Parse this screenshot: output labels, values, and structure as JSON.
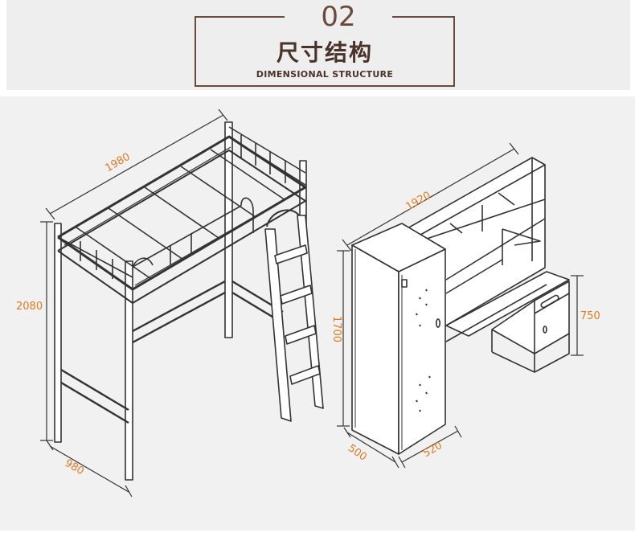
{
  "header": {
    "number": "02",
    "title": "尺寸结构",
    "subtitle": "DIMENSIONAL STRUCTURE"
  },
  "dimensions": {
    "bed_length": "1980",
    "bed_height": "2080",
    "bed_width": "980",
    "desk_length": "1920",
    "wardrobe_height": "1700",
    "desk_height": "750",
    "wardrobe_depth": "500",
    "wardrobe_width": "520"
  },
  "colors": {
    "accent": "#6b4a3a",
    "dimension_text": "#e07a1f",
    "line": "#333333"
  }
}
